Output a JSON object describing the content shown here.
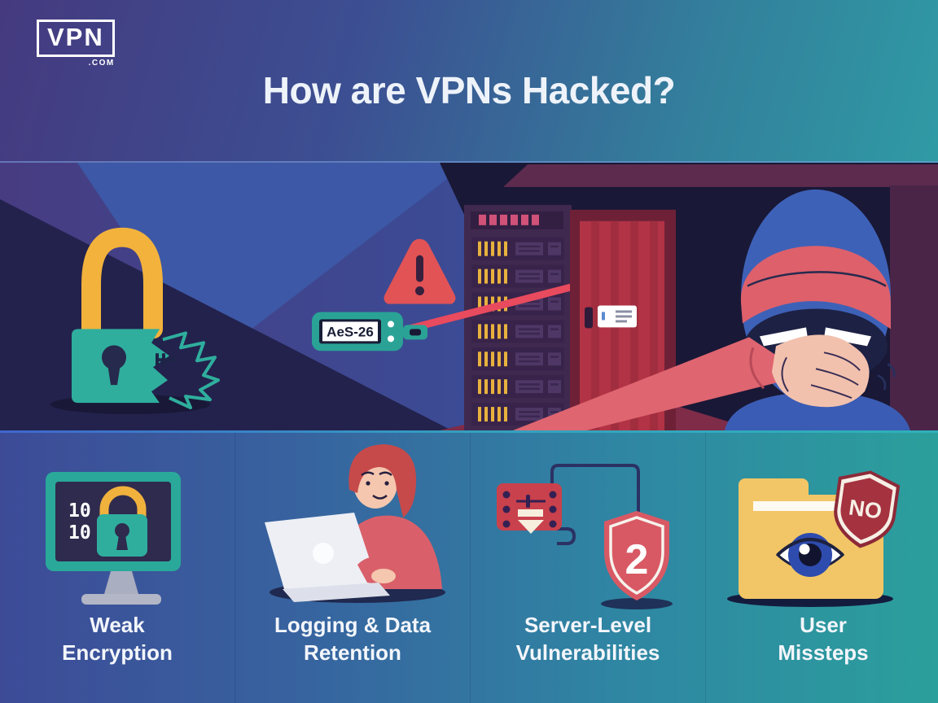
{
  "logo": {
    "text": "VPN",
    "suffix": ".COM"
  },
  "header": {
    "title": "How are VPNs Hacked?"
  },
  "illustration": {
    "tag_label": "AeS-26",
    "monitor_binary_line1": "10",
    "monitor_binary_line2": "10",
    "shield_number": "2",
    "no_shield_label": "NO"
  },
  "icons": {
    "cause1": "monitor-lock-icon",
    "cause2": "person-laptop-icon",
    "cause3": "circuit-shield-icon",
    "cause4": "folder-eye-no-shield-icon",
    "scene": "broken-padlock-aes-tag-warning-server-room-hacker"
  },
  "causes": [
    {
      "label": "Weak\nEncryption"
    },
    {
      "label": "Logging & Data\nRetention"
    },
    {
      "label": "Server-Level\nVulnerabilities"
    },
    {
      "label": "User\nMissteps"
    }
  ],
  "colors": {
    "teal_accent": "#2aa99a",
    "yellow_accent": "#f0b13d",
    "red_accent": "#d85964",
    "dark_navy": "#1d2144",
    "folder_yellow": "#f2c666",
    "header_gradient_left": "#453a80",
    "header_gradient_right": "#2f9aa4",
    "bottom_gradient_left": "#3d4b97",
    "bottom_gradient_right": "#2b9f9c"
  }
}
